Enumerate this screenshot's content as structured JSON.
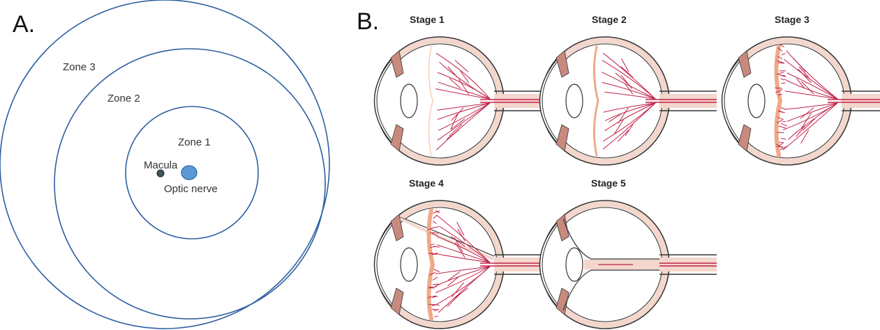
{
  "panel_a": {
    "label": "A.",
    "zone_labels": [
      "Zone 3",
      "Zone 2",
      "Zone 1"
    ],
    "macula_label": "Macula",
    "optic_nerve_label": "Optic nerve"
  },
  "panel_b": {
    "label": "B.",
    "stages": [
      "Stage 1",
      "Stage 2",
      "Stage 3",
      "Stage 4",
      "Stage 5"
    ]
  },
  "colors": {
    "zone_stroke": "#2c5fa0",
    "optic_nerve_fill": "#5b9bd5",
    "macula_fill": "#3f5560",
    "eye_outline": "#333333",
    "choroid": "#f3d6cc",
    "ciliary": "#c98a7e",
    "vessel": "#c0204a",
    "ridge_light": "#f5c9b5",
    "ridge_strong": "#f0a988"
  }
}
